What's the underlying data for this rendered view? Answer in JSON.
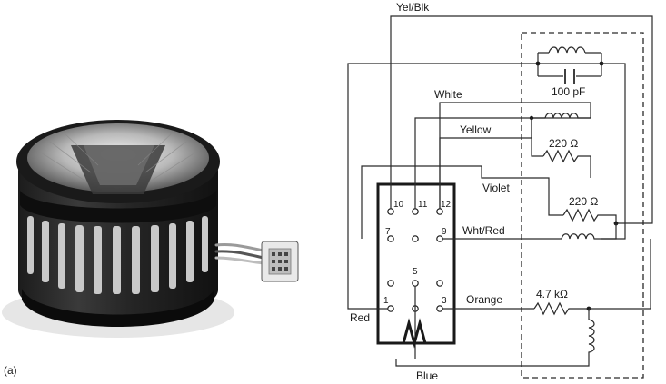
{
  "figure": {
    "panel_label": "(a)"
  },
  "photo": {
    "subject": "yoke-photo"
  },
  "wires": {
    "yel_blk": "Yel/Blk",
    "white": "White",
    "yellow": "Yellow",
    "violet": "Violet",
    "wht_red": "Wht/Red",
    "orange": "Orange",
    "red": "Red",
    "blue": "Blue"
  },
  "components": {
    "capacitor": "100 pF",
    "resistor_1": "220 Ω",
    "resistor_2": "220 Ω",
    "resistor_3": "4.7 kΩ"
  },
  "terminals": {
    "t10": "10",
    "t11": "11",
    "t12": "12",
    "t7": "7",
    "t9": "9",
    "t5": "5",
    "t1": "1",
    "t3": "3"
  }
}
